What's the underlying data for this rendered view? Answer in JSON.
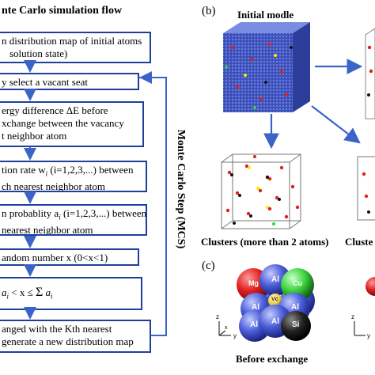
{
  "panel_a": {
    "title": "nte Carlo simulation flow",
    "box1": [
      "n distribution map of initial atoms",
      "solution state)"
    ],
    "box2": "y select a vacant seat",
    "box3": [
      "ergy difference ΔE before",
      "xchange between the vacancy",
      "t neighbor atom"
    ],
    "box4": [
      "tion rate w",
      "(i=1,2,3,...) between",
      "ch nearest neighbor atom"
    ],
    "box5": [
      "n probablity a",
      "(i=1,2,3,...) between",
      "nearest neighbor atom"
    ],
    "box6": "andom number x (0<x<1)",
    "box7": [
      "a",
      "< x ≤",
      "a"
    ],
    "box8": [
      "anged with the Kth nearest",
      "generate a new distribution map"
    ],
    "side_label": "Monte Carlo Step (MCS)"
  },
  "panel_b": {
    "label": "(b)",
    "initial_title": "Initial modle",
    "clusters_left": "Clusters (more than 2 atoms)",
    "clusters_right": "Cluste"
  },
  "panel_c": {
    "label": "(c)",
    "before_label": "Before exchange",
    "atoms": {
      "mg": "Mg",
      "cu": "Cu",
      "vc": "Vc",
      "al": "Al",
      "si": "Si"
    },
    "axes": {
      "z": "z",
      "x": "x",
      "y": "y"
    }
  },
  "colors": {
    "flow_border": "#1f3f9c",
    "arrow": "#3b63c8",
    "crystal": "#3a4fb8",
    "mg": "#e02020",
    "cu": "#3cd23c",
    "al": "#4a5cd8",
    "si": "#222222"
  }
}
